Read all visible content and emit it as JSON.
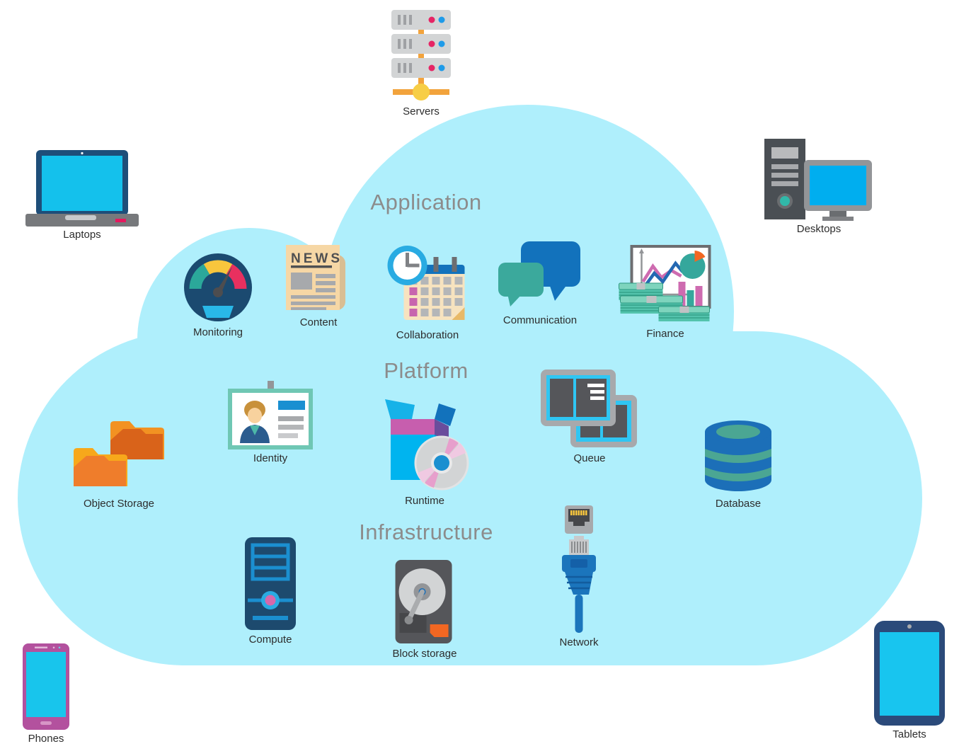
{
  "headings": {
    "application": "Application",
    "platform": "Platform",
    "infrastructure": "Infrastructure"
  },
  "nodes": {
    "servers": "Servers",
    "laptops": "Laptops",
    "desktops": "Desktops",
    "monitoring": "Monitoring",
    "content": "Content",
    "collaboration": "Collaboration",
    "communication": "Communication",
    "finance": "Finance",
    "object_storage": "Object Storage",
    "identity": "Identity",
    "runtime": "Runtime",
    "queue": "Queue",
    "database": "Database",
    "compute": "Compute",
    "block_storage": "Block storage",
    "network": "Network",
    "phones": "Phones",
    "tablets": "Tablets"
  },
  "layers": [
    {
      "heading": "Application",
      "items": [
        "Monitoring",
        "Content",
        "Collaboration",
        "Communication",
        "Finance"
      ]
    },
    {
      "heading": "Platform",
      "items": [
        "Object Storage",
        "Identity",
        "Runtime",
        "Queue",
        "Database"
      ]
    },
    {
      "heading": "Infrastructure",
      "items": [
        "Compute",
        "Block storage",
        "Network"
      ]
    }
  ],
  "external_devices": [
    "Servers",
    "Laptops",
    "Desktops",
    "Phones",
    "Tablets"
  ],
  "icon_text": {
    "news": "NEWS"
  },
  "colors": {
    "cloud": "#AFEFFC",
    "heading_text": "#8C8C8C",
    "label_text": "#2D2D2D",
    "accent_cyan": "#00B4EF",
    "accent_blue": "#1272BC",
    "accent_navy": "#1D4A6E",
    "accent_teal": "#3BA99C",
    "accent_orange": "#F2A33C",
    "accent_pink": "#E62565",
    "accent_magenta": "#C765AE"
  }
}
